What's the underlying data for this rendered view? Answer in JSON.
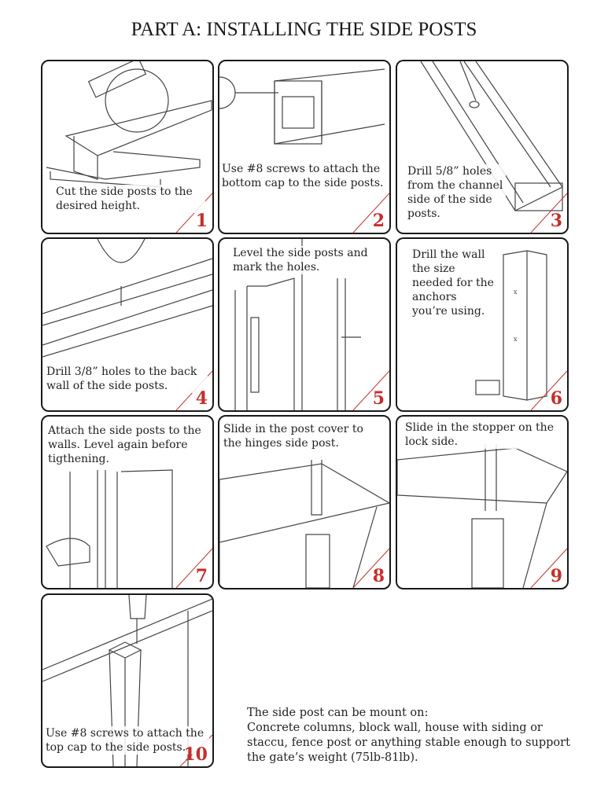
{
  "title": "PART A: INSTALLING THE SIDE POSTS",
  "steps": [
    {
      "number": "1",
      "text": "Cut the side posts to the desired height."
    },
    {
      "number": "2",
      "text": "Use #8 screws to attach the bottom cap to the side posts."
    },
    {
      "number": "3",
      "text": "Drill 5/8” holes from the channel side of the side posts."
    },
    {
      "number": "4",
      "text": "Drill 3/8” holes to the back wall of the side posts."
    },
    {
      "number": "5",
      "text": "Level the side posts and mark the holes."
    },
    {
      "number": "6",
      "text": "Drill the wall the size needed for the anchors you’re using."
    },
    {
      "number": "7",
      "text": "Attach the side posts to the walls. Level again before tigthening."
    },
    {
      "number": "8",
      "text": "Slide in the post cover to the hinges side post."
    },
    {
      "number": "9",
      "text": "Slide in the stopper on the lock side."
    },
    {
      "number": "10",
      "text": "Use #8 screws to attach the top cap to the side posts."
    }
  ],
  "note": {
    "heading": "The side post can be mount on:",
    "body": "Concrete columns, block wall, house with siding or staccu, fence post or anything stable enough to support the gate’s weight (75lb-81lb)."
  },
  "colors": {
    "accent": "#c62f2a",
    "border": "#1a1a1a"
  }
}
